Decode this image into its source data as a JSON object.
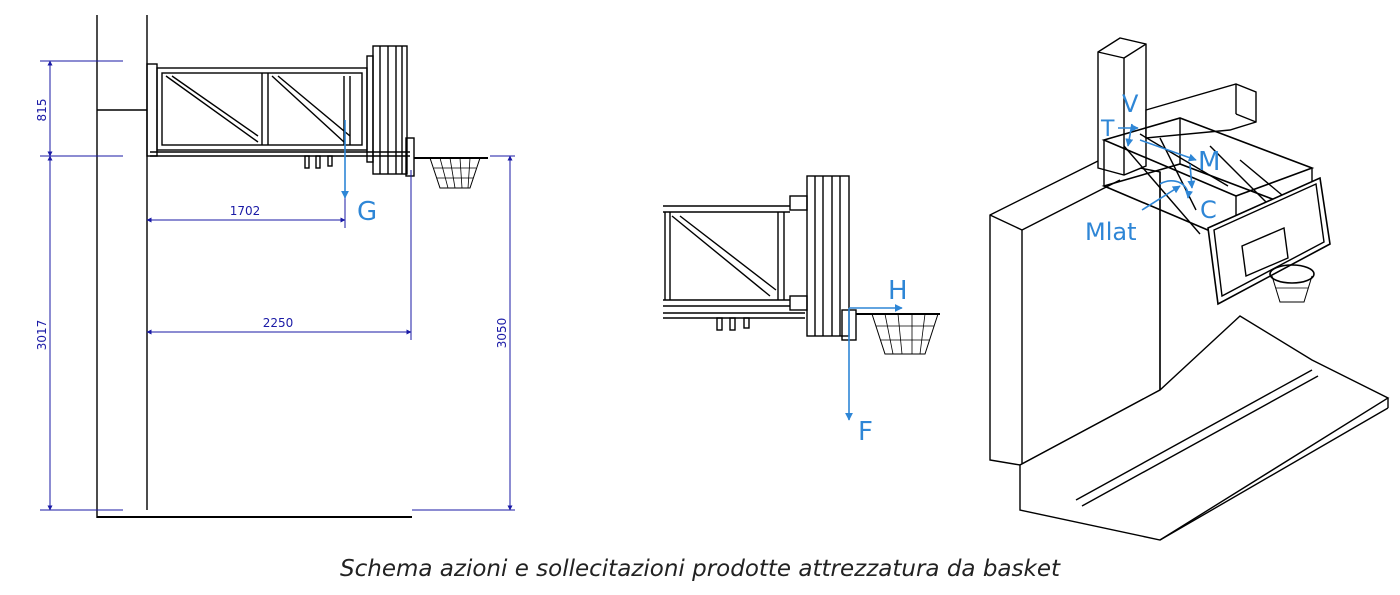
{
  "dimensions": {
    "d815": "815",
    "d3017": "3017",
    "d1702": "1702",
    "d2250": "2250",
    "d3050": "3050"
  },
  "forces": {
    "G": "G",
    "H": "H",
    "F": "F",
    "T": "T",
    "V": "V",
    "M": "M",
    "C": "C",
    "Mlat": "Mlat"
  },
  "caption": "Schema azioni e sollecitazioni prodotte attrezzatura da basket",
  "colors": {
    "structure": "#000000",
    "dimension": "#1a1aa6",
    "force": "#2e86d6"
  }
}
